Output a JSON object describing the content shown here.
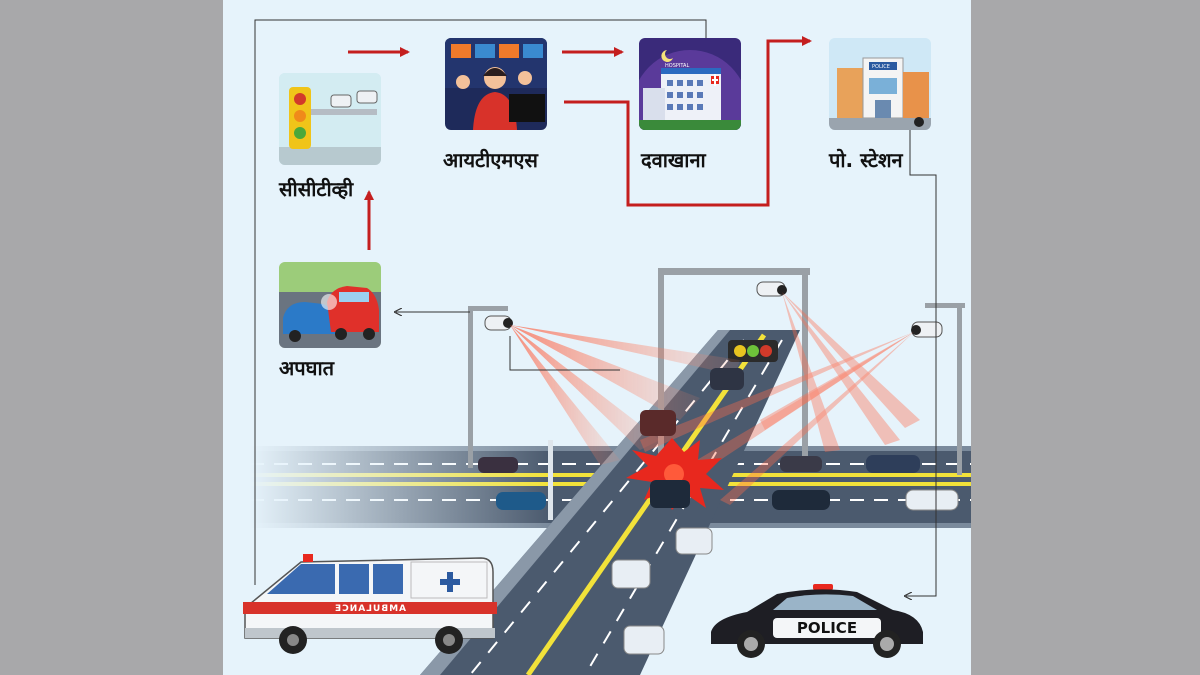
{
  "labels": {
    "cctv": "सीसीटीव्ही",
    "itms": "आयटीएमएस",
    "hospital": "दवाखाना",
    "police_station": "पो. स्टेशन",
    "accident": "अपघात"
  },
  "vehicles": {
    "ambulance_text": "AMBULANCE",
    "police_text": "POLICE"
  },
  "tile_signs": {
    "hospital_sign": "HOSPITAL",
    "police_sign": "POLICE"
  },
  "colors": {
    "background": "#e6f3fb",
    "flow_arrow": "#c41e1e",
    "thin_line": "#333333",
    "road": "#4b5a6e",
    "lane_yellow": "#f2e23a",
    "laser": "#ff6a4a"
  }
}
